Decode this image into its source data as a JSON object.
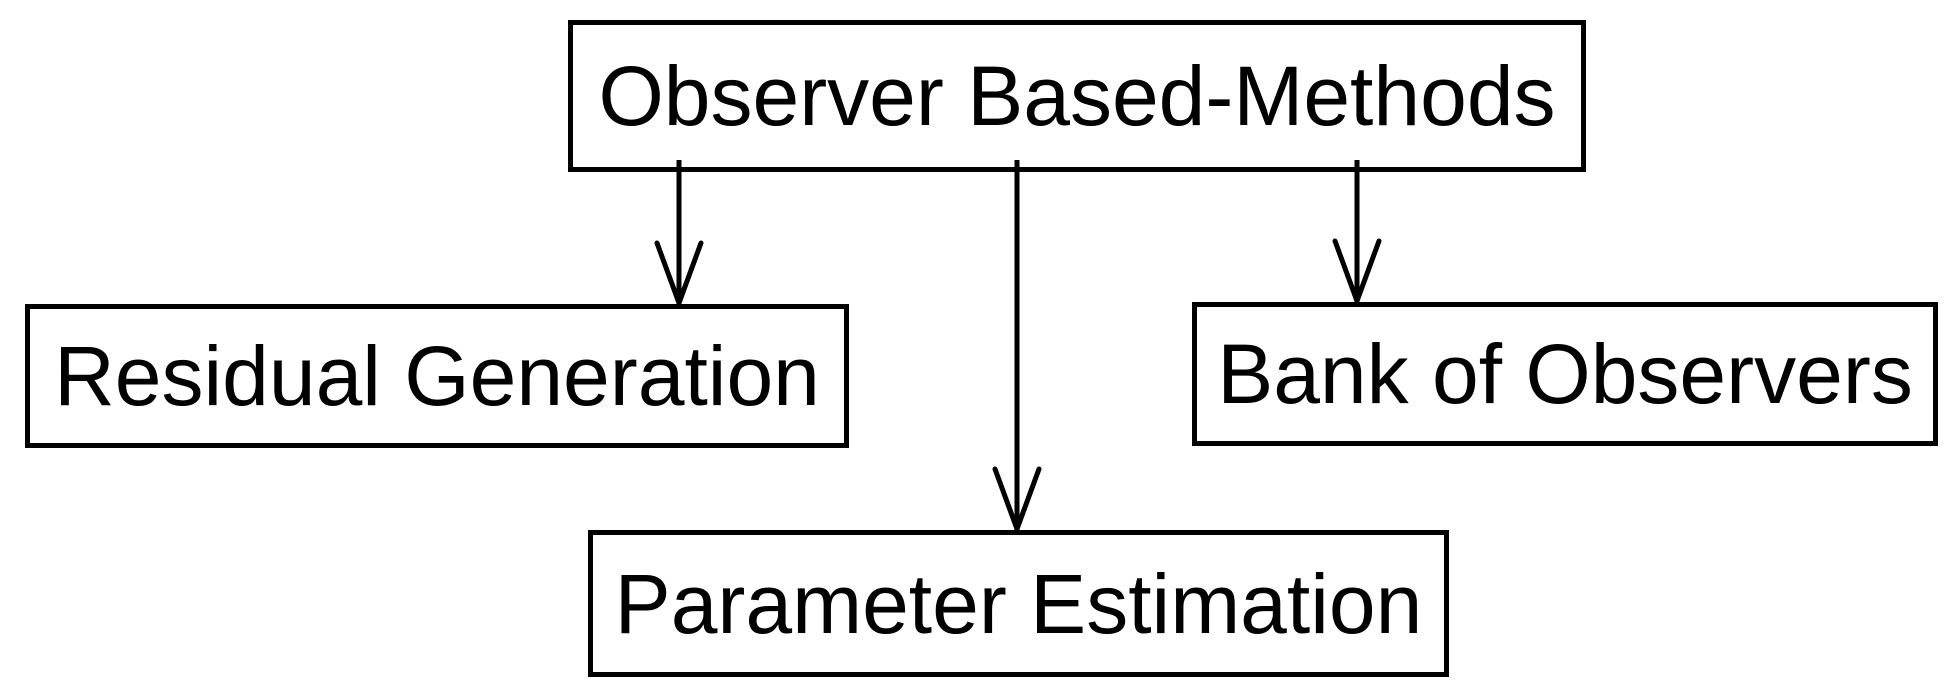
{
  "diagram": {
    "background_color": "#ffffff",
    "line_color": "#000000",
    "text_color": "#000000",
    "nodes": {
      "root": {
        "label": "Observer Based-Methods"
      },
      "residual": {
        "label": "Residual Generation"
      },
      "parameter": {
        "label": "Parameter Estimation"
      },
      "bank": {
        "label": "Bank of Observers"
      }
    },
    "edges": [
      {
        "from": "root",
        "to": "residual"
      },
      {
        "from": "root",
        "to": "parameter"
      },
      {
        "from": "root",
        "to": "bank"
      }
    ]
  }
}
